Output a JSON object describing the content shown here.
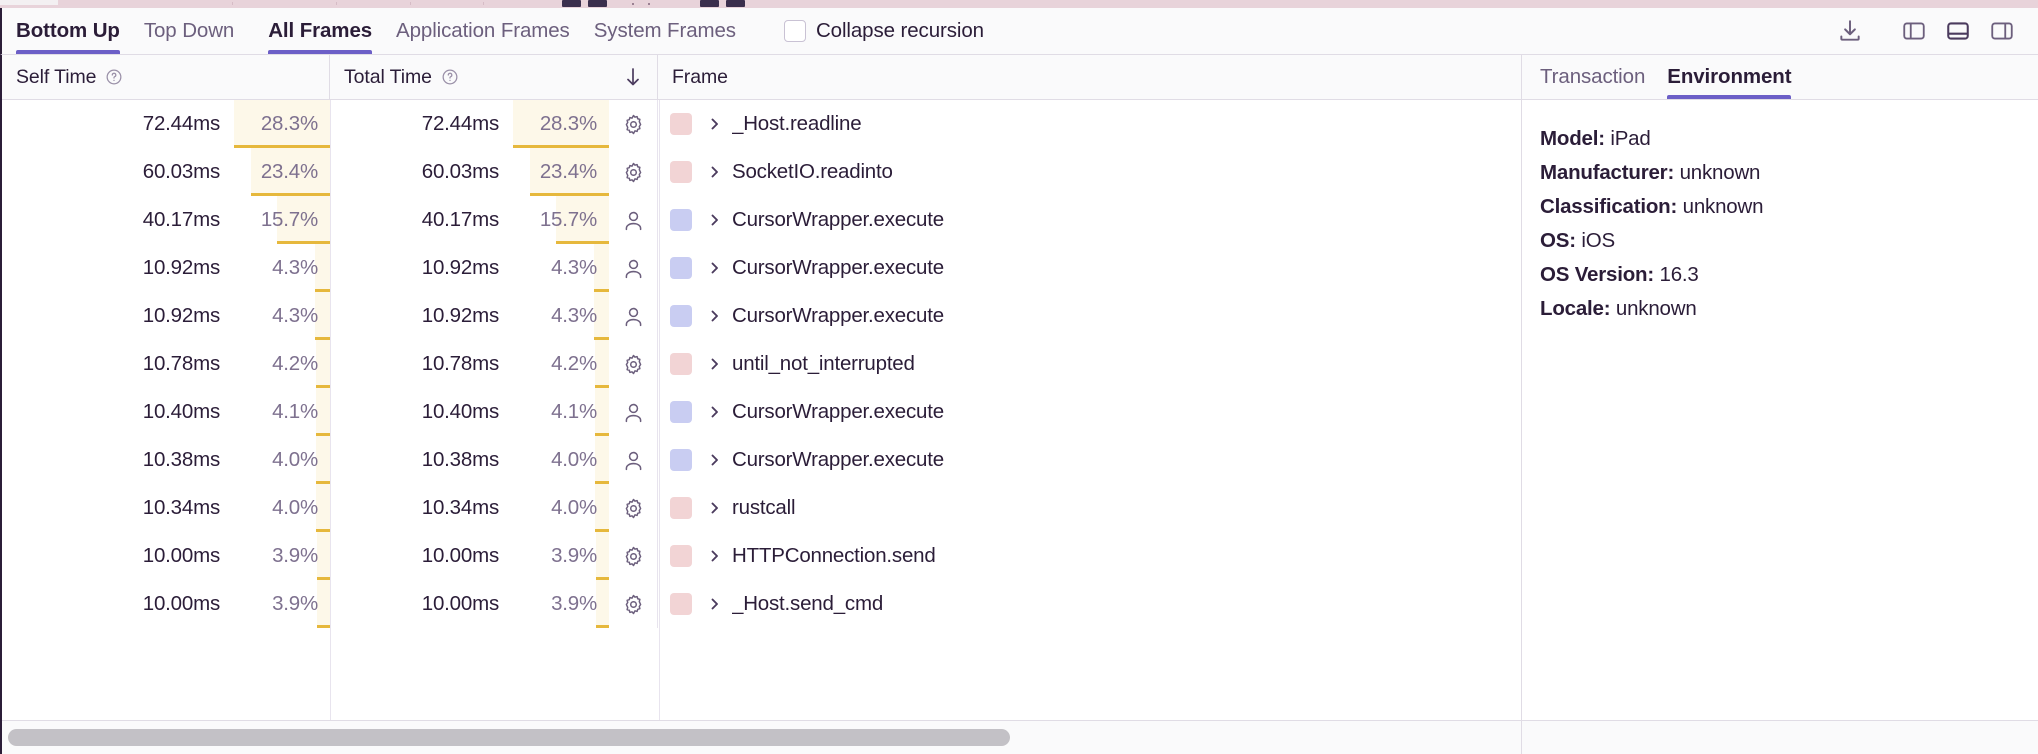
{
  "window": {
    "accent_color": "#6c5fc7",
    "highlight_fill": "#fdf8e9",
    "highlight_bar": "#e6b83c",
    "system_frame_color": "#f2d4d5",
    "app_frame_color": "#c9cdf2"
  },
  "toolbar": {
    "tabs": [
      {
        "label": "Bottom Up",
        "active": true
      },
      {
        "label": "Top Down",
        "active": false
      },
      {
        "label": "All Frames",
        "active": true
      },
      {
        "label": "Application Frames",
        "active": false
      },
      {
        "label": "System Frames",
        "active": false
      }
    ],
    "collapse_recursion": {
      "label": "Collapse recursion",
      "checked": false
    },
    "actions": [
      {
        "name": "download-icon",
        "label": "Export profile"
      },
      {
        "name": "panel-left-icon",
        "label": "Dock left"
      },
      {
        "name": "panel-bottom-icon",
        "label": "Dock bottom"
      },
      {
        "name": "panel-right-icon",
        "label": "Dock right"
      }
    ]
  },
  "table": {
    "columns": [
      {
        "key": "self_time",
        "label": "Self Time",
        "has_help": true,
        "sorted": false
      },
      {
        "key": "total_time",
        "label": "Total Time",
        "has_help": true,
        "sorted": true,
        "sort_direction": "↓"
      },
      {
        "key": "frame",
        "label": "Frame",
        "has_help": false,
        "sorted": false
      }
    ],
    "rows": [
      {
        "self_time": "72.44ms",
        "self_pct": "28.3%",
        "self_pct_value": 28.3,
        "total_time": "72.44ms",
        "total_pct": "28.3%",
        "total_pct_value": 28.3,
        "kind": "system",
        "kind_icon": "gear-icon",
        "frame": "_Host.readline"
      },
      {
        "self_time": "60.03ms",
        "self_pct": "23.4%",
        "self_pct_value": 23.4,
        "total_time": "60.03ms",
        "total_pct": "23.4%",
        "total_pct_value": 23.4,
        "kind": "system",
        "kind_icon": "gear-icon",
        "frame": "SocketIO.readinto"
      },
      {
        "self_time": "40.17ms",
        "self_pct": "15.7%",
        "self_pct_value": 15.7,
        "total_time": "40.17ms",
        "total_pct": "15.7%",
        "total_pct_value": 15.7,
        "kind": "application",
        "kind_icon": "person-icon",
        "frame": "CursorWrapper.execute"
      },
      {
        "self_time": "10.92ms",
        "self_pct": "4.3%",
        "self_pct_value": 4.3,
        "total_time": "10.92ms",
        "total_pct": "4.3%",
        "total_pct_value": 4.3,
        "kind": "application",
        "kind_icon": "person-icon",
        "frame": "CursorWrapper.execute"
      },
      {
        "self_time": "10.92ms",
        "self_pct": "4.3%",
        "self_pct_value": 4.3,
        "total_time": "10.92ms",
        "total_pct": "4.3%",
        "total_pct_value": 4.3,
        "kind": "application",
        "kind_icon": "person-icon",
        "frame": "CursorWrapper.execute"
      },
      {
        "self_time": "10.78ms",
        "self_pct": "4.2%",
        "self_pct_value": 4.2,
        "total_time": "10.78ms",
        "total_pct": "4.2%",
        "total_pct_value": 4.2,
        "kind": "system",
        "kind_icon": "gear-icon",
        "frame": "until_not_interrupted"
      },
      {
        "self_time": "10.40ms",
        "self_pct": "4.1%",
        "self_pct_value": 4.1,
        "total_time": "10.40ms",
        "total_pct": "4.1%",
        "total_pct_value": 4.1,
        "kind": "application",
        "kind_icon": "person-icon",
        "frame": "CursorWrapper.execute"
      },
      {
        "self_time": "10.38ms",
        "self_pct": "4.0%",
        "self_pct_value": 4.0,
        "total_time": "10.38ms",
        "total_pct": "4.0%",
        "total_pct_value": 4.0,
        "kind": "application",
        "kind_icon": "person-icon",
        "frame": "CursorWrapper.execute"
      },
      {
        "self_time": "10.34ms",
        "self_pct": "4.0%",
        "self_pct_value": 4.0,
        "total_time": "10.34ms",
        "total_pct": "4.0%",
        "total_pct_value": 4.0,
        "kind": "system",
        "kind_icon": "gear-icon",
        "frame": "rustcall"
      },
      {
        "self_time": "10.00ms",
        "self_pct": "3.9%",
        "self_pct_value": 3.9,
        "total_time": "10.00ms",
        "total_pct": "3.9%",
        "total_pct_value": 3.9,
        "kind": "system",
        "kind_icon": "gear-icon",
        "frame": "HTTPConnection.send"
      },
      {
        "self_time": "10.00ms",
        "self_pct": "3.9%",
        "self_pct_value": 3.9,
        "total_time": "10.00ms",
        "total_pct": "3.9%",
        "total_pct_value": 3.9,
        "kind": "system",
        "kind_icon": "gear-icon",
        "frame": "_Host.send_cmd"
      }
    ]
  },
  "side_panel": {
    "tabs": [
      {
        "label": "Transaction",
        "active": false
      },
      {
        "label": "Environment",
        "active": true
      }
    ],
    "environment": [
      {
        "key": "Model:",
        "value": "iPad"
      },
      {
        "key": "Manufacturer:",
        "value": "unknown"
      },
      {
        "key": "Classification:",
        "value": "unknown"
      },
      {
        "key": "OS:",
        "value": "iOS"
      },
      {
        "key": "OS Version:",
        "value": "16.3"
      },
      {
        "key": "Locale:",
        "value": "unknown"
      }
    ]
  }
}
